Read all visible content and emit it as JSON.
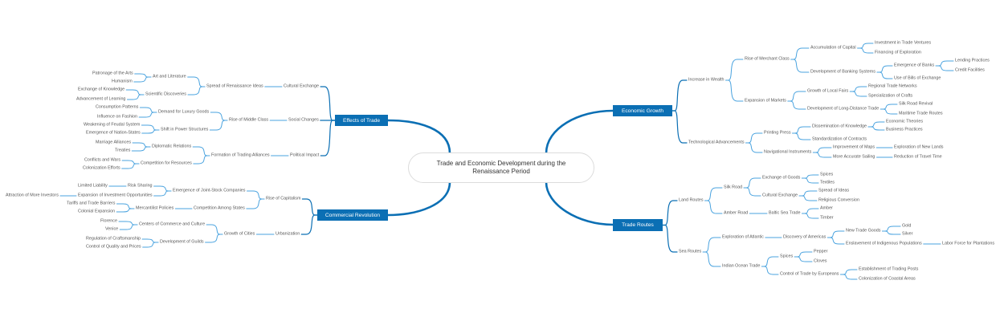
{
  "central_topic": {
    "line1": "Trade and Economic Development during the",
    "line2": "Renaissance Period"
  },
  "colors": {
    "main_branch": "#0b6fb4",
    "connector": "#4aa3df",
    "text": "#555555"
  },
  "effects_of_trade": {
    "title": "Effects of Trade",
    "nodes": {
      "cultural_exchange": "Cultural Exchange",
      "spread_ideas": "Spread of Renaissance Ideas",
      "art_literature": "Art and Literature",
      "patronage": "Patronage of the Arts",
      "humanism": "Humanism",
      "scientific": "Scientific Discoveries",
      "exchange_knowledge": "Exchange of Knowledge",
      "advancement": "Advancement of Learning",
      "social_changes": "Social Changes",
      "middle_class": "Rise of Middle Class",
      "luxury": "Demand for Luxury Goods",
      "consumption": "Consumption Patterns",
      "fashion": "Influence on Fashion",
      "power": "Shift in Power Structures",
      "feudal": "Weakening of Feudal System",
      "nation_states": "Emergence of Nation-States",
      "political": "Political Impact",
      "alliances": "Formation of Trading Alliances",
      "diplomatic": "Diplomatic Relations",
      "marriage": "Marriage Alliances",
      "treaties": "Treaties",
      "competition": "Competition for Resources",
      "conflicts": "Conflicts and Wars",
      "colonization": "Colonization Efforts"
    }
  },
  "commercial_revolution": {
    "title": "Commercial Revolution",
    "nodes": {
      "capitalism": "Rise of Capitalism",
      "joint_stock": "Emergence of Joint-Stock Companies",
      "risk": "Risk Sharing",
      "liability": "Limited Liability",
      "expansion": "Expansion of Investment Opportunities",
      "investors": "Attraction of More Investors",
      "competition_states": "Competition Among States",
      "mercantilist": "Mercantilist Policies",
      "tariffs": "Tariffs and Trade Barriers",
      "colonial": "Colonial Expansion",
      "urbanization": "Urbanization",
      "growth_cities": "Growth of Cities",
      "centers": "Centers of Commerce and Culture",
      "florence": "Florence",
      "venice": "Venice",
      "guilds": "Development of Guilds",
      "regulation": "Regulation of Craftsmanship",
      "quality": "Control of Quality and Prices"
    }
  },
  "economic_growth": {
    "title": "Economic Growth",
    "nodes": {
      "wealth": "Increase in Wealth",
      "merchant": "Rise of Merchant Class",
      "capital": "Accumulation of Capital",
      "ventures": "Investment in Trade Ventures",
      "financing": "Financing of Exploration",
      "banking": "Development of Banking Systems",
      "banks": "Emergence of Banks",
      "lending": "Lending Practices",
      "credit": "Credit Facilities",
      "bills": "Use of Bills of Exchange",
      "markets": "Expansion of Markets",
      "fairs": "Growth of Local Fairs",
      "regional": "Regional Trade Networks",
      "crafts": "Specialization of Crafts",
      "long_distance": "Development of Long-Distance Trade",
      "silk_revival": "Silk Road Revival",
      "maritime": "Maritime Trade Routes",
      "tech": "Technological Advancements",
      "printing": "Printing Press",
      "dissemination": "Dissemination of Knowledge",
      "economic_theories": "Economic Theories",
      "business": "Business Practices",
      "contracts": "Standardization of Contracts",
      "navigation": "Navigational Instruments",
      "maps": "Improvement of Maps",
      "new_lands": "Exploration of New Lands",
      "sailing": "More Accurate Sailing",
      "travel": "Reduction of Travel Time"
    }
  },
  "trade_routes": {
    "title": "Trade Routes",
    "nodes": {
      "land": "Land Routes",
      "silk": "Silk Road",
      "goods": "Exchange of Goods",
      "spices1": "Spices",
      "textiles": "Textiles",
      "cultural": "Cultural Exchange",
      "ideas": "Spread of Ideas",
      "religious": "Religious Conversion",
      "amber_road": "Amber Road",
      "baltic": "Baltic Sea Trade",
      "amber": "Amber",
      "timber": "Timber",
      "sea": "Sea Routes",
      "atlantic": "Exploration of Atlantic",
      "americas": "Discovery of Americas",
      "new_goods": "New Trade Goods",
      "gold": "Gold",
      "silver": "Silver",
      "enslavement": "Enslavement of Indigenous Populations",
      "labor": "Labor Force for Plantations",
      "indian": "Indian Ocean Trade",
      "spices2": "Spices",
      "pepper": "Pepper",
      "cloves": "Cloves",
      "control": "Control of Trade by Europeans",
      "posts": "Establishment of Trading Posts",
      "coastal": "Colonization of Coastal Areas"
    }
  }
}
